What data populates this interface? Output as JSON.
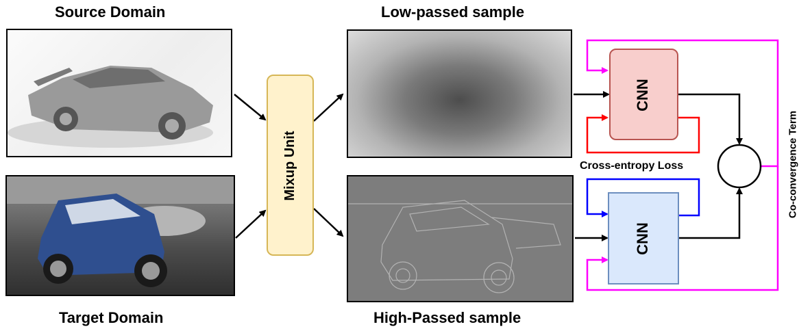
{
  "labels": {
    "source_domain": "Source Domain",
    "target_domain": "Target Domain",
    "low_passed": "Low-passed sample",
    "high_passed": "High-Passed sample",
    "mixup_unit": "Mixup Unit",
    "cnn_top": "CNN",
    "cnn_bottom": "CNN",
    "cross_entropy": "Cross-entropy Loss",
    "co_convergence": "Co-convergence Term"
  },
  "colors": {
    "mixup_fill": "#fff2cc",
    "mixup_stroke": "#d6b656",
    "cnn_top_fill": "#f8cecc",
    "cnn_top_stroke": "#b85450",
    "cnn_bottom_fill": "#dae8fc",
    "cnn_bottom_stroke": "#6c8ebf",
    "co_convergence_line": "#ff00ff",
    "cross_entropy_top_line": "#ff0000",
    "cross_entropy_bottom_line": "#0000ff"
  }
}
